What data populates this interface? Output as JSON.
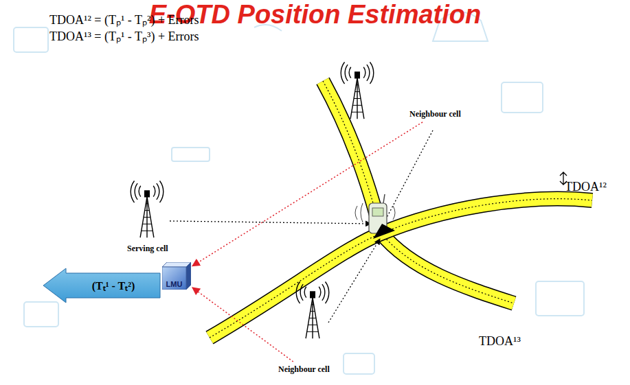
{
  "diagram": {
    "title": "E-OTD Position Estimation",
    "nodes": [
      {
        "text": [
          "Neighbour cell"
        ]
      },
      {
        "text": [
          "Serving cell"
        ]
      },
      {
        "text": [
          "LMU"
        ]
      },
      {
        "text": [
          "(Tₜ¹ - Tₜ²)"
        ]
      },
      {
        "text": [
          "Neighbour cell"
        ]
      }
    ],
    "edges": [
      {
        "from": 0,
        "to": 2,
        "arrow": "to"
      },
      {
        "from": 4,
        "to": 2,
        "arrow": "to"
      }
    ],
    "labels": [
      "TDOA¹² = (Tₚ¹ - Tₚ²) + Errors",
      "TDOA¹³ = (Tₚ¹ - Tₚ³) + Errors",
      "TDOA¹²",
      "TDOA¹³"
    ]
  }
}
